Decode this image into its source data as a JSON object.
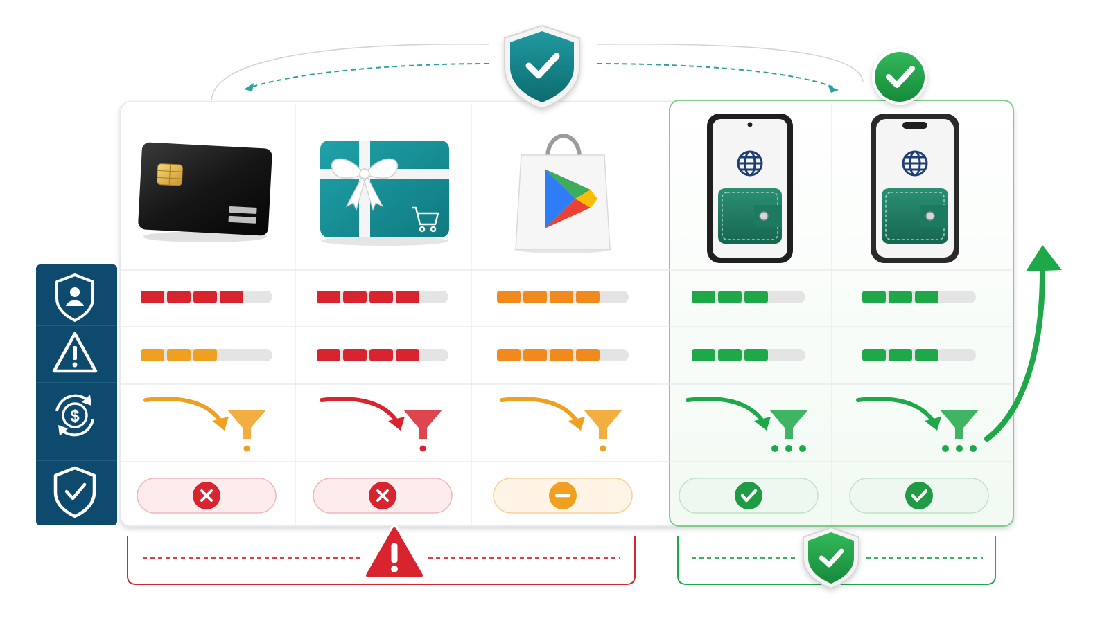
{
  "colors": {
    "teal": "#14838a",
    "navy": "#0d4a6e",
    "red": "#d8242f",
    "orange": "#f08a1c",
    "amber": "#f0a020",
    "green": "#1fa84a",
    "grey": "#e4e4e4"
  },
  "row_icons": [
    "user-shield-icon",
    "warning-icon",
    "refund-cycle-icon",
    "shield-check-icon"
  ],
  "columns": [
    {
      "id": "credit-card",
      "icon": "credit-card-icon",
      "risk": {
        "level": 4,
        "of": 5,
        "color": "red"
      },
      "warning": {
        "level": 3,
        "of": 5,
        "color": "amber"
      },
      "refund_color": "amber",
      "refund_end": "single",
      "verdict": "denied"
    },
    {
      "id": "gift-card",
      "icon": "gift-card-icon",
      "risk": {
        "level": 4,
        "of": 5,
        "color": "red"
      },
      "warning": {
        "level": 4,
        "of": 5,
        "color": "red"
      },
      "refund_color": "red",
      "refund_end": "single",
      "verdict": "denied"
    },
    {
      "id": "google-play",
      "icon": "google-play-bag-icon",
      "risk": {
        "level": 4,
        "of": 5,
        "color": "orange"
      },
      "warning": {
        "level": 4,
        "of": 5,
        "color": "orange"
      },
      "refund_color": "amber",
      "refund_end": "single",
      "verdict": "neutral"
    },
    {
      "id": "mobile-wallet-a",
      "icon": "phone-wallet-icon",
      "risk": {
        "level": 3,
        "of": 4,
        "color": "green"
      },
      "warning": {
        "level": 3,
        "of": 4,
        "color": "green"
      },
      "refund_color": "green",
      "refund_end": "triple",
      "verdict": "approved"
    },
    {
      "id": "mobile-wallet-b",
      "icon": "phone-wallet-icon",
      "risk": {
        "level": 3,
        "of": 4,
        "color": "green"
      },
      "warning": {
        "level": 3,
        "of": 4,
        "color": "green"
      },
      "refund_color": "green",
      "refund_end": "triple",
      "verdict": "approved"
    }
  ],
  "decorations": [
    "top-shield-check-icon",
    "green-check-badge-icon",
    "warning-triangle-icon",
    "bottom-shield-check-icon",
    "growth-arrow-icon"
  ]
}
